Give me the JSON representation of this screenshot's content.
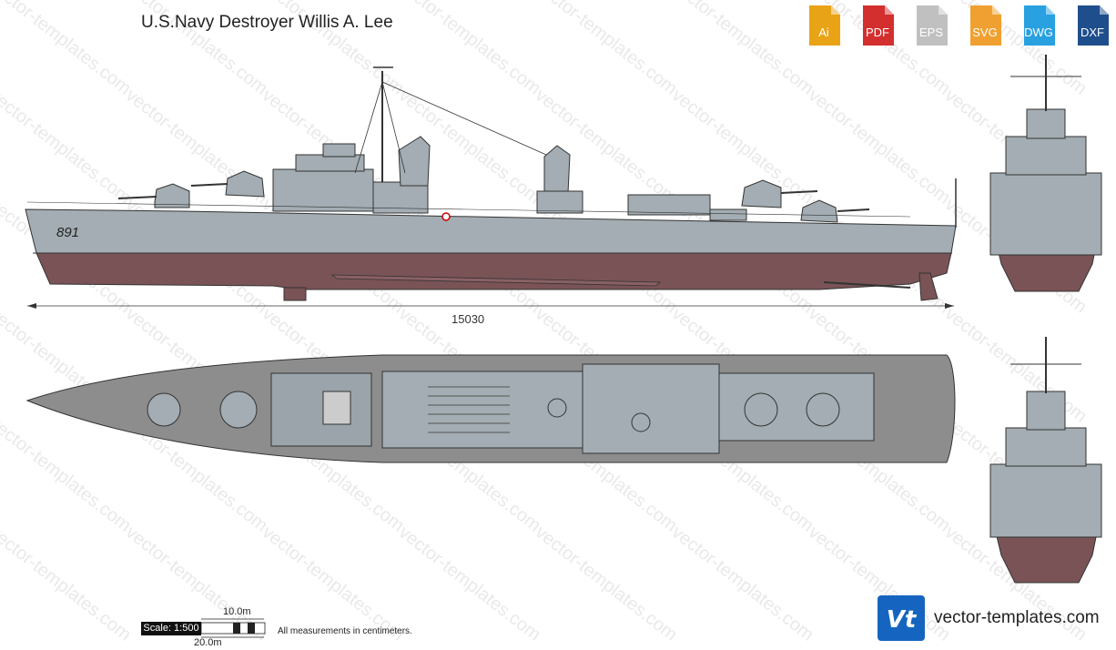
{
  "title": "U.S.Navy Destroyer Willis A. Lee",
  "formats": [
    {
      "label": "Ai",
      "color": "#e8a317"
    },
    {
      "label": "PDF",
      "color": "#d32f2f"
    },
    {
      "label": "EPS",
      "color": "#c0c0c0"
    },
    {
      "label": "SVG",
      "color": "#f0a030"
    },
    {
      "label": "DWG",
      "color": "#29a0e0"
    },
    {
      "label": "DXF",
      "color": "#1f4e8c"
    }
  ],
  "watermark": "vector-templates.com",
  "hull_number": "891",
  "length_dimension": "15030",
  "scale": {
    "label": "Scale: 1:500",
    "small": "10.0m",
    "large": "20.0m"
  },
  "note": "All measurements in centimeters.",
  "brand": {
    "text": "vector-templates.com",
    "logo": "Vt"
  },
  "colors": {
    "hull_grey": "#a3adb3",
    "deck_grey": "#8d8d8d",
    "bottom_red": "#7a5356"
  }
}
